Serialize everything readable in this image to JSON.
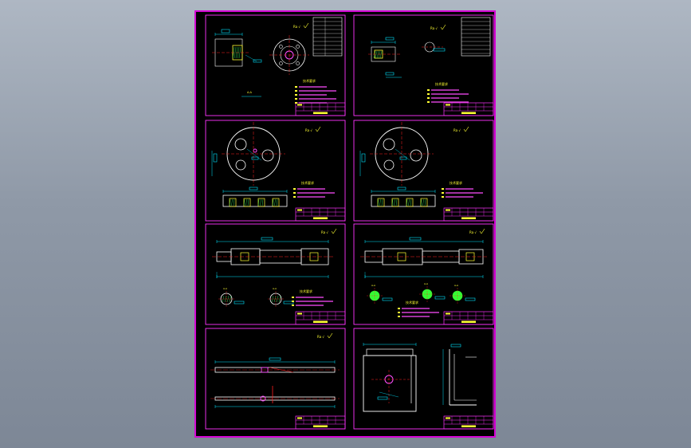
{
  "viewport": {
    "background": "#8f99a7"
  },
  "sheet": {
    "background": "#000000",
    "border_color": "#d400d4"
  },
  "colors": {
    "border": "#ff33ff",
    "geometry": "#ffffff",
    "centerline": "#ff2020",
    "dimension": "#00e5ff",
    "annotation": "#ffff33",
    "hatch": "#33ff66",
    "feature": "#ff4dff",
    "highlight": "#33ff33"
  },
  "drawings": [
    {
      "id": "d1",
      "kind": "flange-section-and-front",
      "roughness": "Ra √",
      "notes_title": "技术要求"
    },
    {
      "id": "d2",
      "kind": "bracket-section-detail",
      "roughness": "Ra √",
      "notes_title": "技术要求"
    },
    {
      "id": "d3",
      "kind": "round-plate-with-holes",
      "roughness": "Ra √",
      "notes_title": "技术要求"
    },
    {
      "id": "d4",
      "kind": "round-plate-with-holes-variant",
      "roughness": "Ra √",
      "notes_title": "技术要求"
    },
    {
      "id": "d5",
      "kind": "stepped-shaft-with-sections",
      "roughness": "Ra √",
      "notes_title": "技术要求"
    },
    {
      "id": "d6",
      "kind": "stepped-shaft-with-sections-variant",
      "roughness": "Ra √",
      "notes_title": "技术要求"
    },
    {
      "id": "d7",
      "kind": "long-slender-shaft",
      "roughness": "Ra √",
      "notes_title": ""
    },
    {
      "id": "d8",
      "kind": "plate-and-angle-part",
      "roughness": "",
      "notes_title": ""
    }
  ]
}
